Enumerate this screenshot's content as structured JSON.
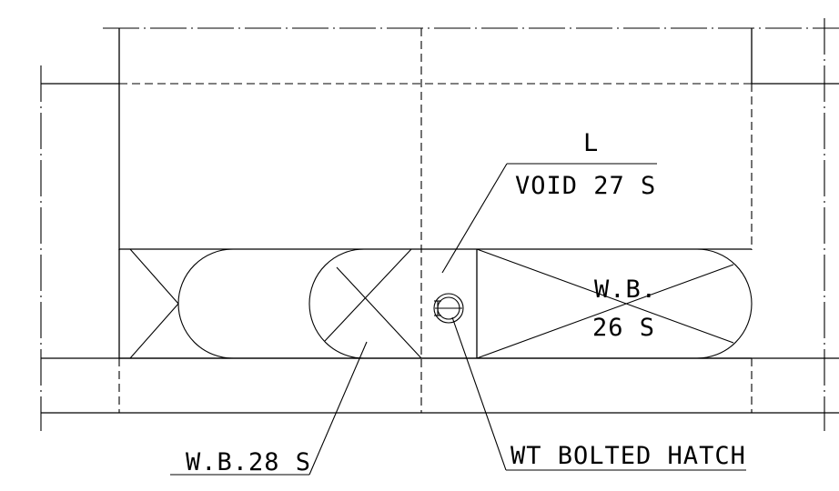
{
  "labels": {
    "void_letter": "L",
    "void_name": "VOID 27 S",
    "tank_26_line1": "W.B.",
    "tank_26_line2": "26 S",
    "tank_28": "W.B.28 S",
    "hatch": "WT BOLTED HATCH"
  },
  "colors": {
    "line": "#000000",
    "background": "#ffffff"
  },
  "icons": {
    "hatch_symbol": "bolted-hatch-icon"
  }
}
